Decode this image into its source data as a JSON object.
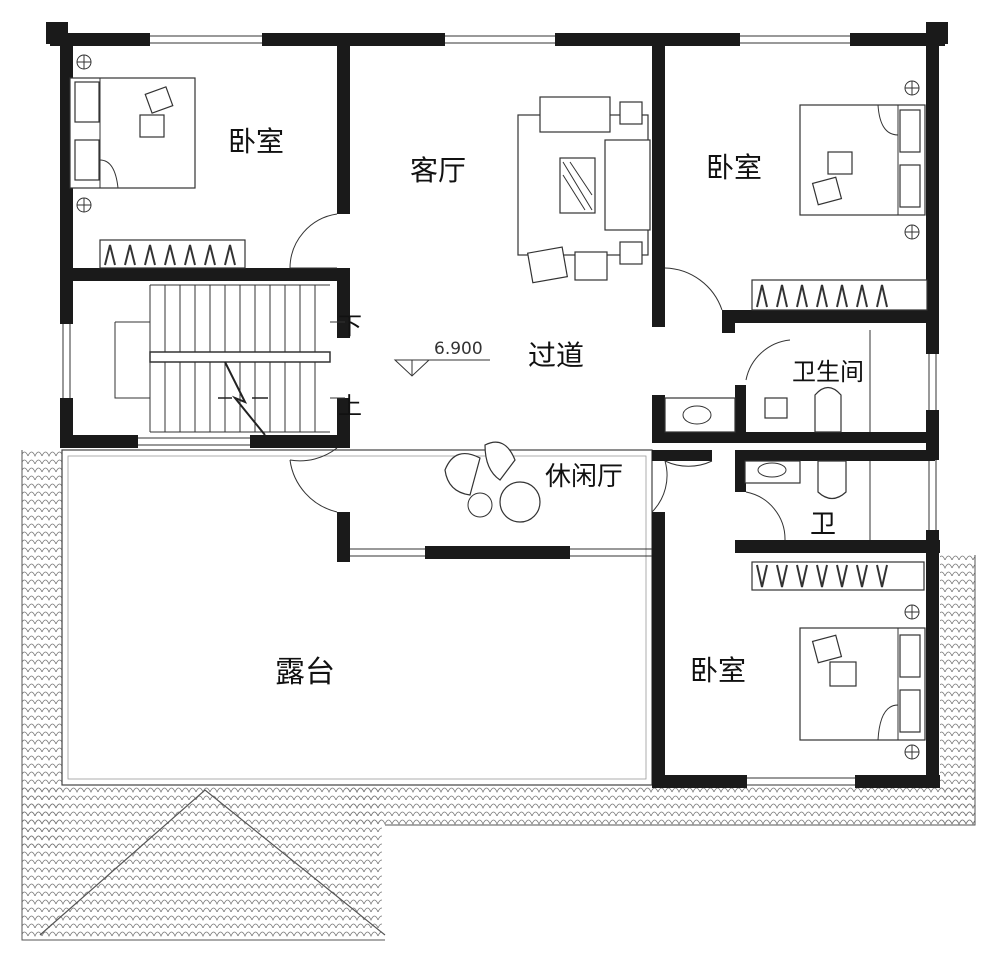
{
  "rooms": {
    "bedroom_nw": "卧室",
    "living_room": "客厅",
    "bedroom_ne": "卧室",
    "corridor": "过道",
    "bathroom_main": "卫生间",
    "leisure_hall": "休闲厅",
    "bathroom_small": "卫",
    "terrace": "露台",
    "bedroom_se": "卧室"
  },
  "stairs": {
    "down": "下",
    "up": "上"
  },
  "elevation": "6.900",
  "colors": {
    "wall": "#1a1a1a",
    "line": "#333333",
    "roof_tile": "#777777",
    "background": "#ffffff"
  }
}
